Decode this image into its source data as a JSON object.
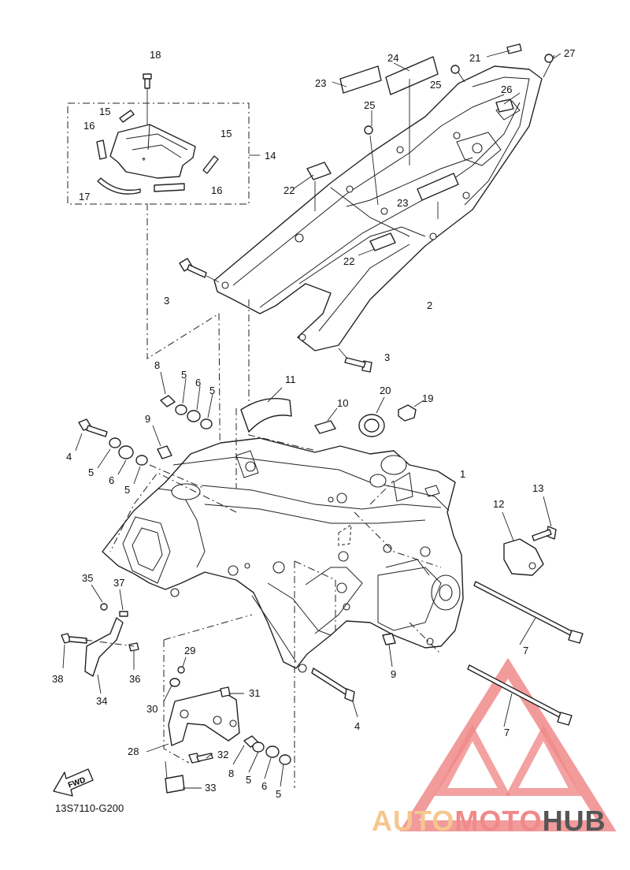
{
  "diagram_code": "13S7110-G200",
  "fwd_label": "FWD",
  "watermark": {
    "part1": "AUTO",
    "part2": "MOTO",
    "part3": "HUB",
    "color_light": "#f5c78f",
    "color_red": "#f08a8a",
    "color_dark": "#555555"
  },
  "callouts": [
    "1",
    "2",
    "3",
    "4",
    "5",
    "6",
    "7",
    "8",
    "9",
    "10",
    "11",
    "12",
    "13",
    "14",
    "15",
    "16",
    "17",
    "18",
    "19",
    "20",
    "21",
    "22",
    "23",
    "24",
    "25",
    "26",
    "27",
    "28",
    "29",
    "30",
    "31",
    "32",
    "33",
    "34",
    "35",
    "36",
    "37",
    "38"
  ]
}
